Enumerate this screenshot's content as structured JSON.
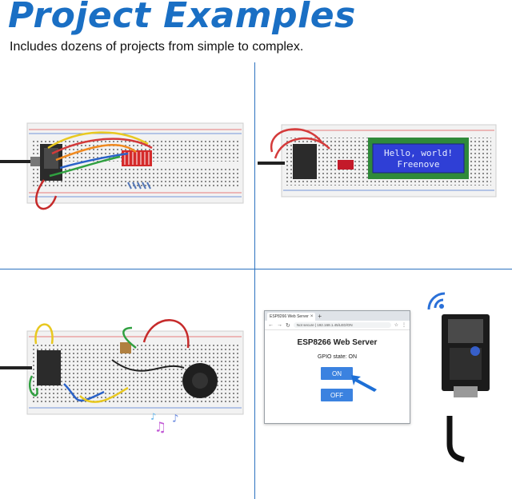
{
  "header": {
    "title": "Project Examples",
    "subtitle": "Includes dozens of projects from simple to complex."
  },
  "lcd": {
    "line1": "Hello, world!",
    "line2": "Freenove"
  },
  "browser": {
    "tab_title": "ESP8266 Web Server",
    "address": "Not secure | 192.168.1.45/LED/ON",
    "heading": "ESP8266 Web Server",
    "gpio_state": "GPIO state: ON",
    "on_label": "ON",
    "off_label": "OFF"
  },
  "colors": {
    "accent": "#1a6fc4",
    "divider": "#2d73c0",
    "button": "#3b82e0",
    "lcd_bg": "#2f3fd6",
    "lcd_text": "#e8eeff"
  }
}
